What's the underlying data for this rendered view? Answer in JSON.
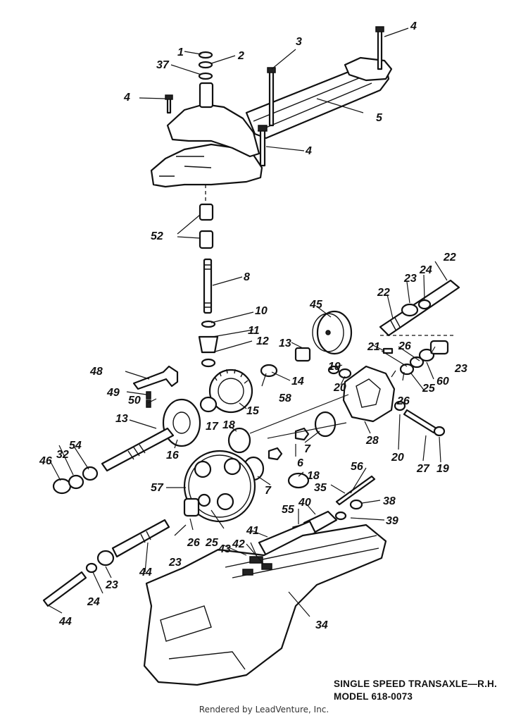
{
  "diagram": {
    "title_lines": [
      "SINGLE SPEED TRANSAXLE—R.H.",
      "MODEL 618-0073"
    ],
    "footer": "Rendered by LeadVenture, Inc.",
    "callouts": [
      "1",
      "2",
      "37",
      "3",
      "4",
      "4",
      "4",
      "5",
      "52",
      "8",
      "10",
      "11",
      "12",
      "13",
      "45",
      "22",
      "23",
      "24",
      "22",
      "21",
      "26",
      "23",
      "60",
      "25",
      "26",
      "19",
      "20",
      "14",
      "58",
      "48",
      "49",
      "50",
      "17",
      "15",
      "13",
      "16",
      "18",
      "28",
      "7",
      "6",
      "20",
      "27",
      "19",
      "46",
      "32",
      "54",
      "57",
      "7",
      "18",
      "56",
      "35",
      "38",
      "39",
      "40",
      "55",
      "41",
      "43",
      "42",
      "26",
      "25",
      "23",
      "44",
      "23",
      "24",
      "44",
      "34"
    ]
  }
}
